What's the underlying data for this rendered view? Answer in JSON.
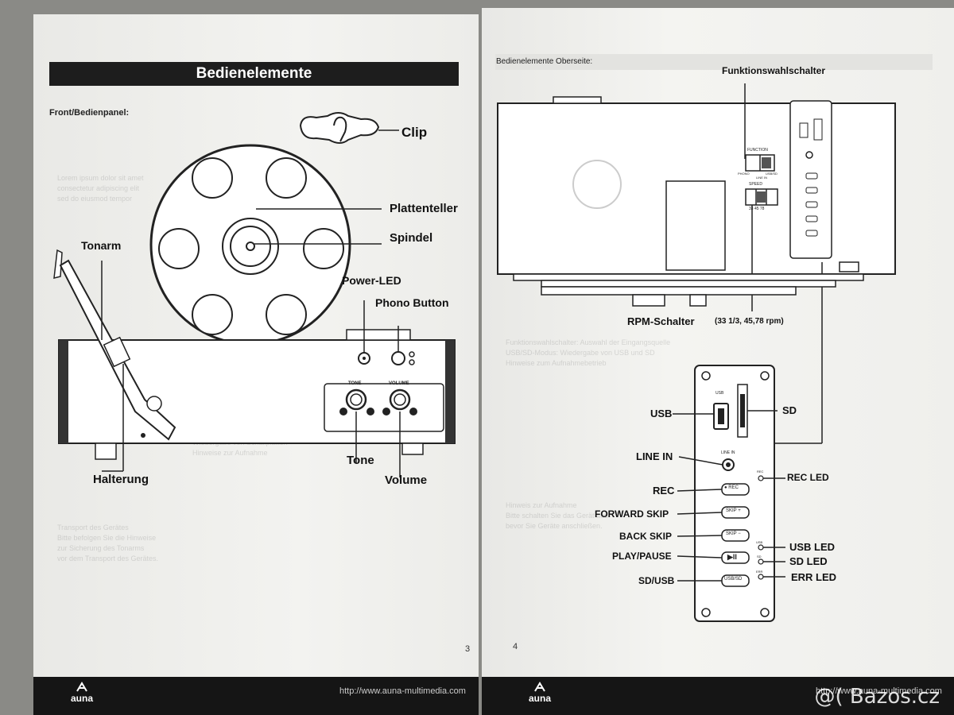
{
  "left_page": {
    "header": "Bedienelemente",
    "subheading": "Front/Bedienpanel:",
    "labels": {
      "clip": "Clip",
      "plattenteller": "Plattenteller",
      "spindel": "Spindel",
      "tonarm": "Tonarm",
      "power_led": "Power-LED",
      "phono_button": "Phono Button",
      "tone": "Tone",
      "volume": "Volume",
      "halterung": "Halterung"
    },
    "panel_text": {
      "tone": "TONE",
      "volume": "VOLUME"
    },
    "page_number": "3",
    "footer": {
      "brand": "auna",
      "url": "http://www.auna-multimedia.com"
    }
  },
  "right_page": {
    "header": "Bedienelemente Oberseite:",
    "labels": {
      "funktionswahlschalter": "Funktionswahlschalter",
      "rpm_schalter": "RPM-Schalter",
      "rpm_values": "(33 1/3, 45,78 rpm)",
      "usb": "USB",
      "sd": "SD",
      "line_in": "LINE IN",
      "rec_led": "REC LED",
      "rec": "REC",
      "forward_skip": "FORWARD SKIP",
      "back_skip": "BACK SKIP",
      "play_pause": "PLAY/PAUSE",
      "usb_led": "USB LED",
      "sd_led": "SD LED",
      "sd_usb": "SD/USB",
      "err_led": "ERR LED"
    },
    "panel_text": {
      "function": "FUNCTION",
      "phono": "PHONO",
      "line_in_small": "LINE IN",
      "usb_sd_small": "USB/SD",
      "speed": "SPEED",
      "speed_values": "33  45  78",
      "usb_small": "USB",
      "line_in_panel": "LINE IN",
      "rec_small": "REC",
      "rec_btn": "● REC",
      "skip_fwd_btn": "SKIP +",
      "skip_back_btn": "SKIP −",
      "play_btn": "▶II",
      "usbsd_btn": "USB/SD",
      "usb_led_small": "USB",
      "sd_led_small": "SD",
      "err_led_small": "ERR"
    },
    "page_number": "4",
    "footer": {
      "brand": "auna",
      "url": "http://www.auna-multimedia.com"
    }
  },
  "watermark": "@( Bazos.cz"
}
